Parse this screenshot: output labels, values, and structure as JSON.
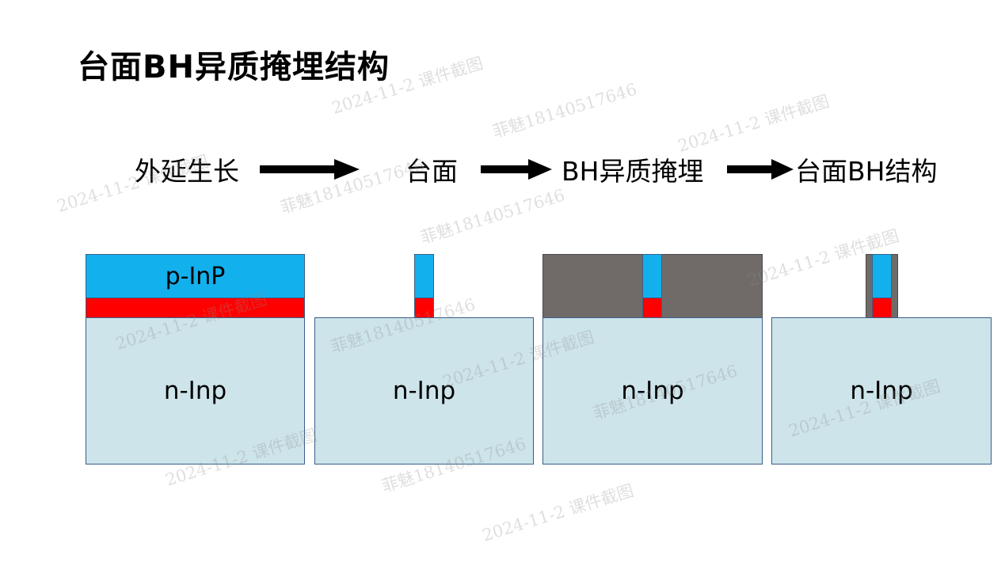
{
  "title": "台面BH异质掩埋结构",
  "flow": {
    "steps": [
      "外延生长",
      "台面",
      "BH异质掩埋",
      "台面BH结构"
    ]
  },
  "diagram": {
    "p_layer_label": "p-InP",
    "substrate_label": "n-Inp",
    "colors": {
      "p_layer": "#13b0ee",
      "active_layer": "#ff0000",
      "substrate": "#cde4ea",
      "regrowth_fill": "#706b69"
    }
  },
  "watermarks": [
    "2024-11-2 课件截图",
    "菲魅18140517646"
  ]
}
